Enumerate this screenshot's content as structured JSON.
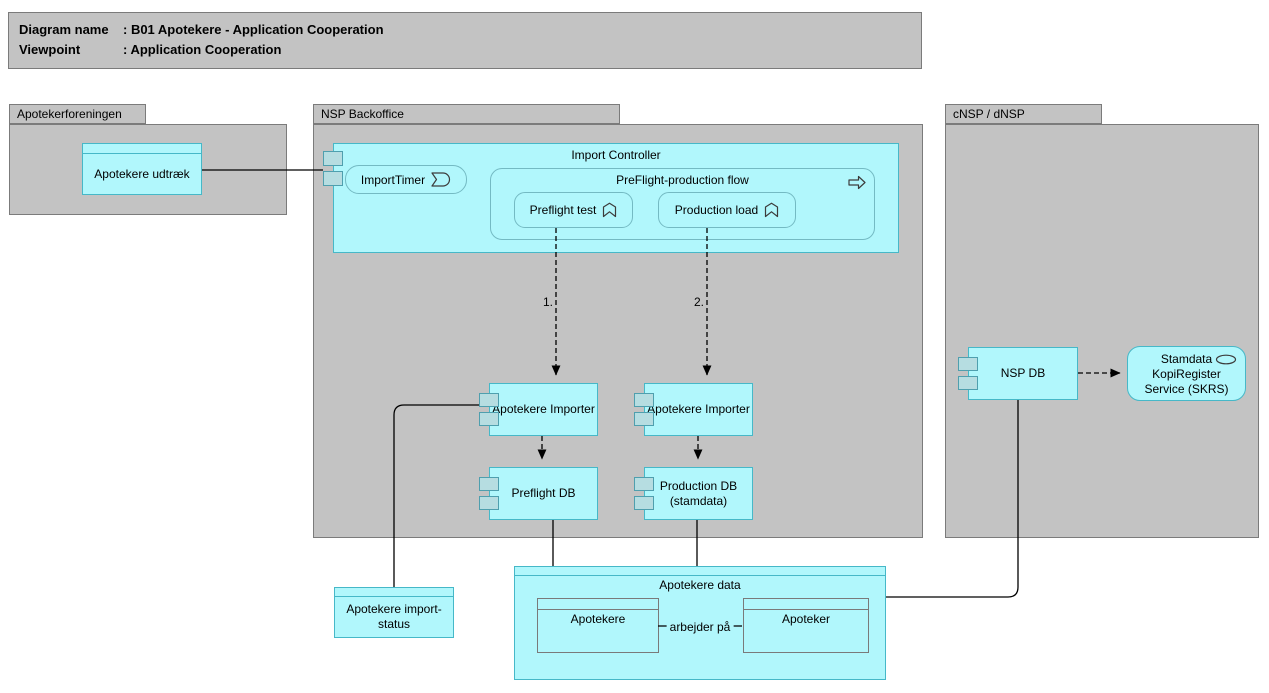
{
  "title": {
    "rows": [
      {
        "label": "Diagram name",
        "value": ": B01 Apotekere - Application Cooperation"
      },
      {
        "label": "Viewpoint",
        "value": ": Application Cooperation"
      }
    ]
  },
  "groups": {
    "apotekerforeningen": "Apotekerforeningen",
    "nsp_backoffice": "NSP Backoffice",
    "cnsp": "cNSP / dNSP"
  },
  "nodes": {
    "apotekere_udtraek": "Apotekere udtræk",
    "import_controller": "Import Controller",
    "import_timer": "ImportTimer",
    "preflight_flow": "PreFlight-production flow",
    "preflight_test": "Preflight test",
    "production_load": "Production load",
    "importer_left": "Apotekere Importer",
    "importer_right": "Apotekere Importer",
    "preflight_db": "Preflight DB",
    "production_db": "Production DB (stamdata)",
    "nsp_db": "NSP DB",
    "skrs": "Stamdata KopiRegister Service (SKRS)",
    "import_status": "Apotekere import-status",
    "apotekere_data": "Apotekere data",
    "entity_apotekere": "Apotekere",
    "entity_apoteker": "Apoteker"
  },
  "edge_labels": {
    "step1": "1.",
    "step2": "2.",
    "arbejder": "arbejder på"
  },
  "icons": {
    "import_timer": "event-icon",
    "preflight_flow": "process-arrow-icon",
    "preflight_test": "function-icon",
    "production_load": "function-icon",
    "skrs": "service-icon"
  },
  "colors": {
    "node_fill": "#b1f7fc",
    "node_border": "#46b8c8",
    "group_fill": "#c3c3c3",
    "group_border": "#7b7b7b",
    "port_fill": "#b6dde1",
    "port_border": "#4f9fae",
    "entity_border": "#7a7a7a",
    "edge_color": "#000000",
    "text_color": "#000000"
  }
}
